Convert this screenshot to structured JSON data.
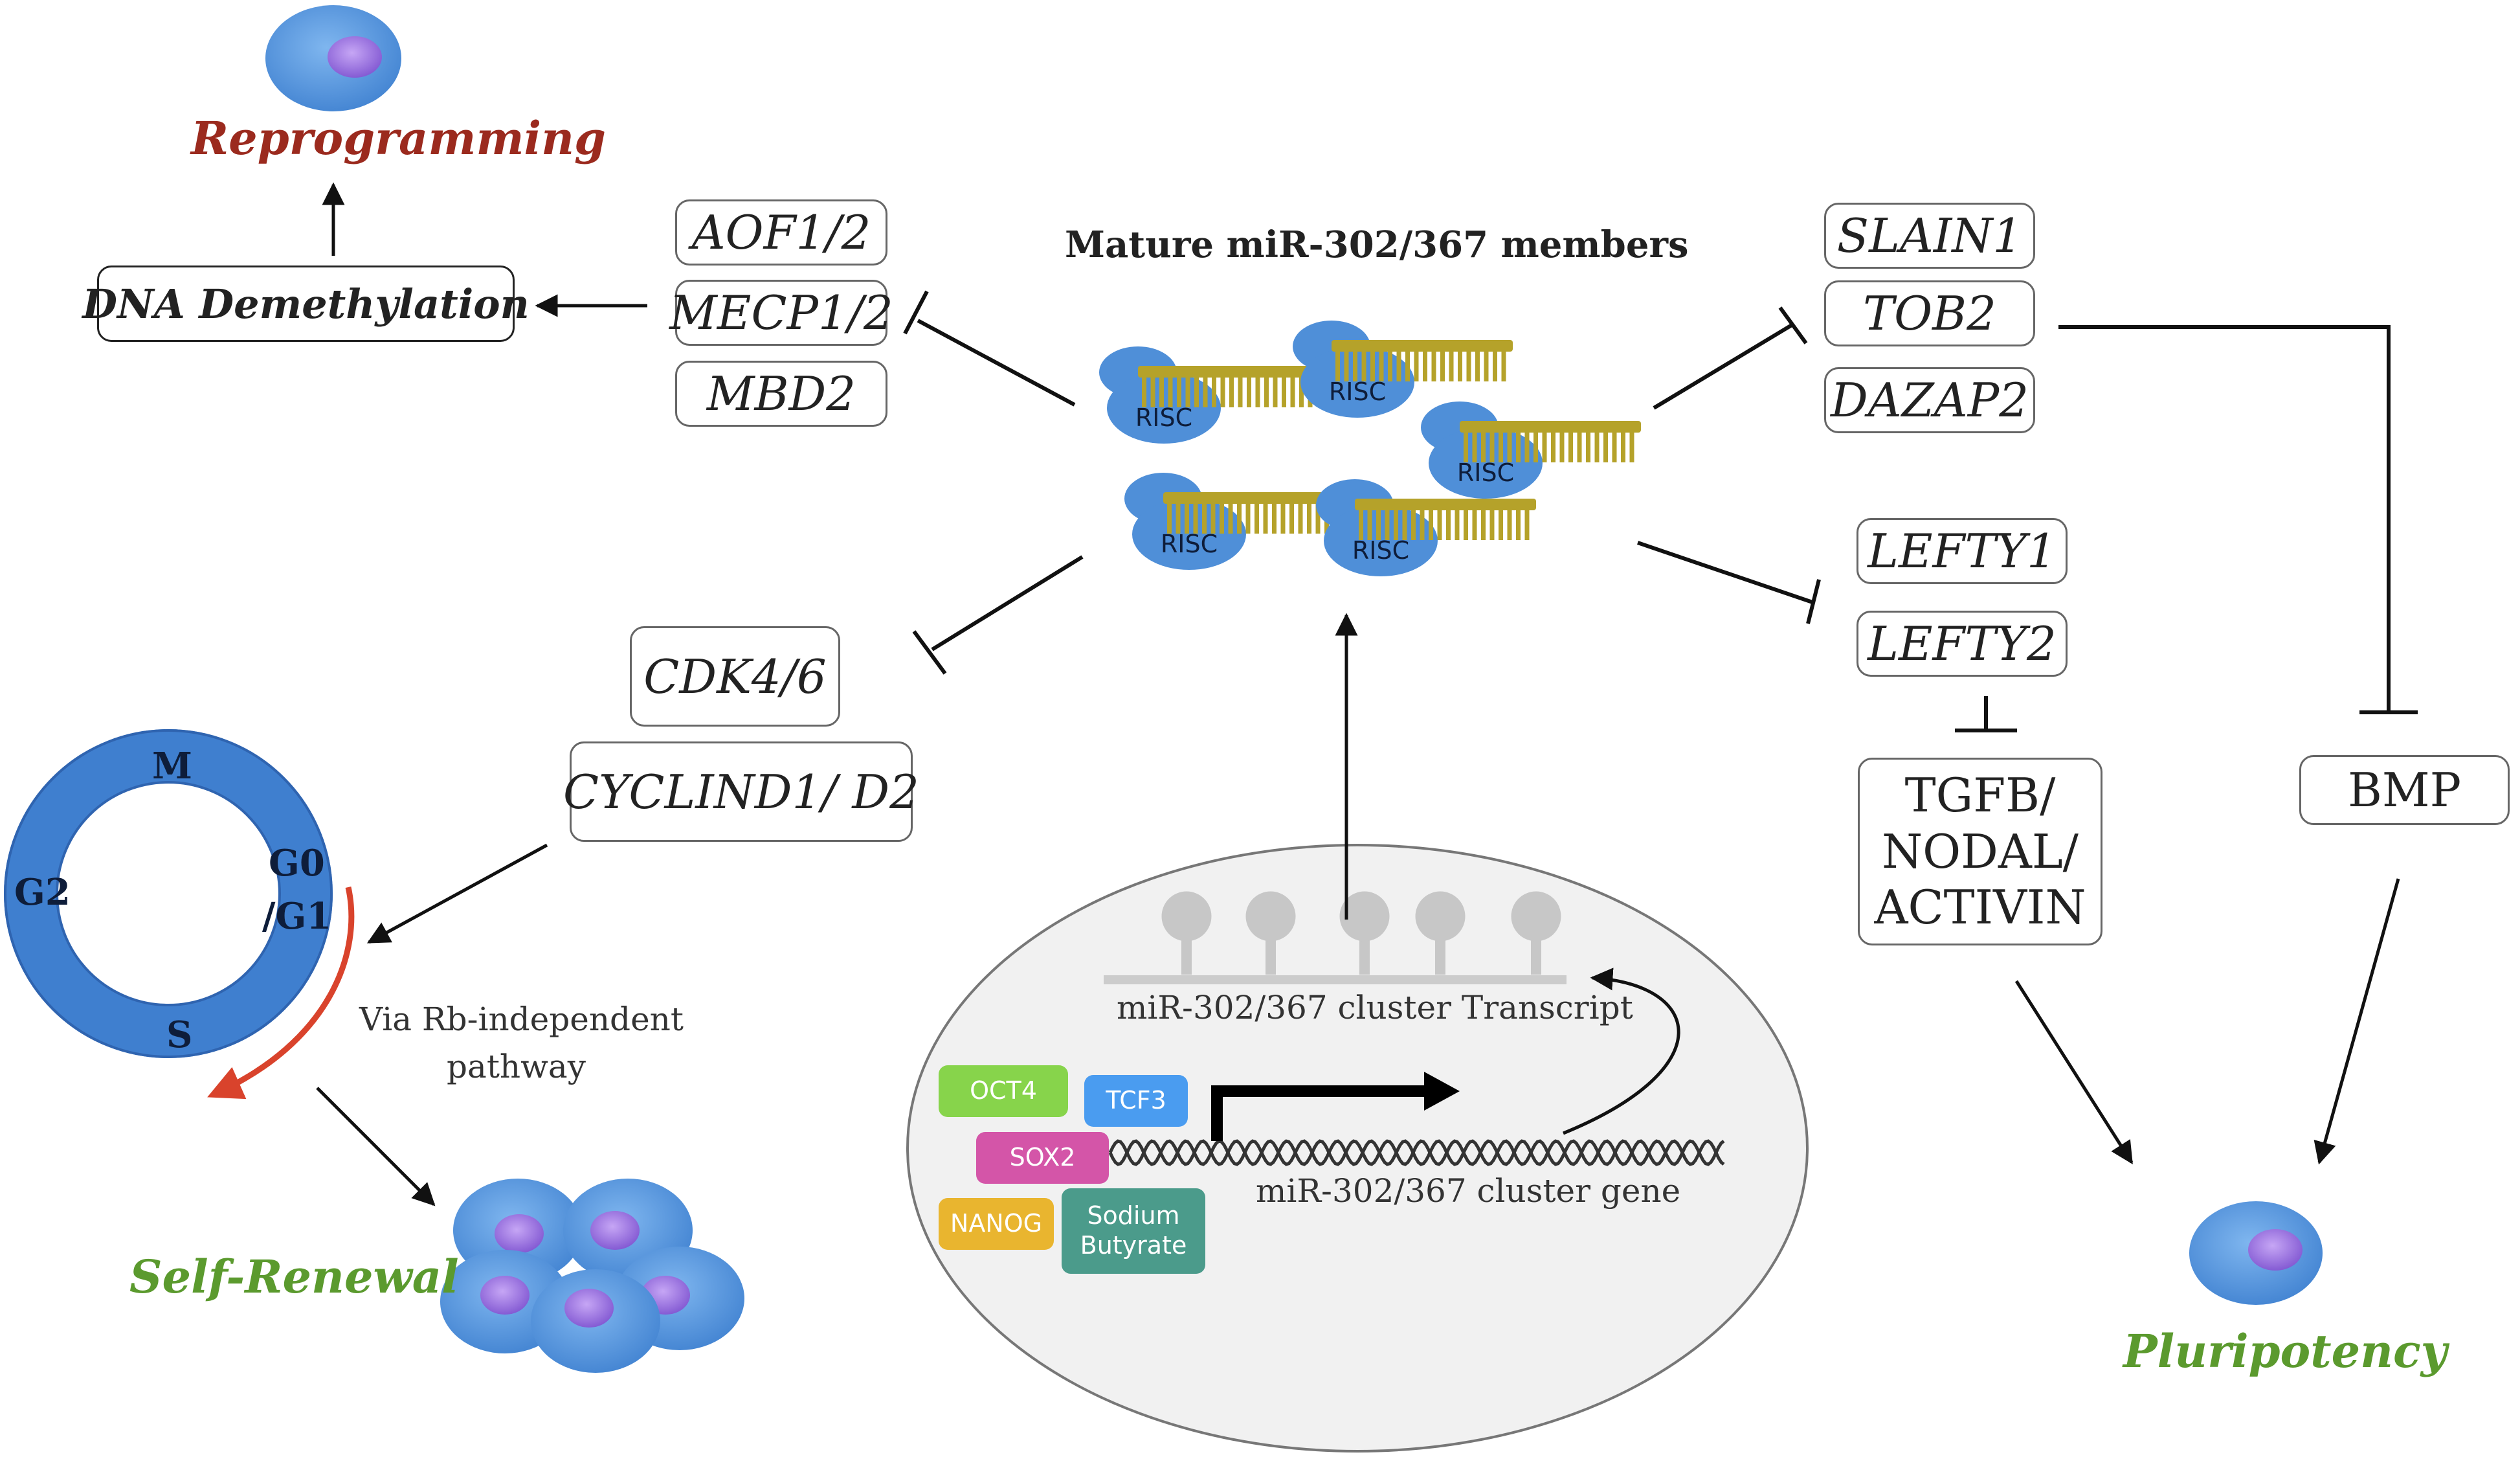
{
  "colors": {
    "cell_blue": "#4f8fd8",
    "nucleus_purple": "#8a5fd6",
    "reprogramming_red": "#9b2a1e",
    "outcome_green": "#5b9a2e",
    "mirna_gold": "#b5a22a",
    "tf_oct4": "#87d44b",
    "tf_tcf3": "#4a9cf0",
    "tf_sox2": "#d455a8",
    "tf_nanog": "#e9b52f",
    "tf_sodium": "#4b9b8b",
    "cycle_arrow": "#d9432c"
  },
  "labels": {
    "mature_title": "Mature miR-302/367  members",
    "reprogramming": "Reprogramming",
    "self_renewal": "Self-Renewal",
    "pluripotency": "Pluripotency",
    "via_rb": "Via Rb-independent",
    "pathway": "pathway",
    "transcript": "miR-302/367  cluster Transcript",
    "cluster_gene": "miR-302/367  cluster gene"
  },
  "risc_label": "RISC",
  "left_targets": {
    "aof": "AOF1/2",
    "mecp": "MECP1/2",
    "mbd2": "MBD2",
    "dna_demethylation": "DNA Demethylation"
  },
  "cell_cycle_targets": {
    "cdk": "CDK4/6",
    "cyclin": "CYCLIND1/ D2"
  },
  "right_targets": {
    "slain1": "SLAIN1",
    "tob2": "TOB2",
    "dazap2": "DAZAP2",
    "lefty1": "LEFTY1",
    "lefty2": "LEFTY2"
  },
  "pathways": {
    "tgfb_line1": "TGFB/",
    "tgfb_line2": "NODAL/",
    "tgfb_line3": "ACTIVIN",
    "bmp": "BMP"
  },
  "cell_cycle": {
    "m": "M",
    "g0": "G0",
    "g1": "/G1",
    "g2": "G2",
    "s": "S"
  },
  "factors": {
    "oct4": "OCT4",
    "tcf3": "TCF3",
    "sox2": "SOX2",
    "nanog": "NANOG",
    "sodium_line1": "Sodium",
    "sodium_line2": "Butyrate"
  }
}
